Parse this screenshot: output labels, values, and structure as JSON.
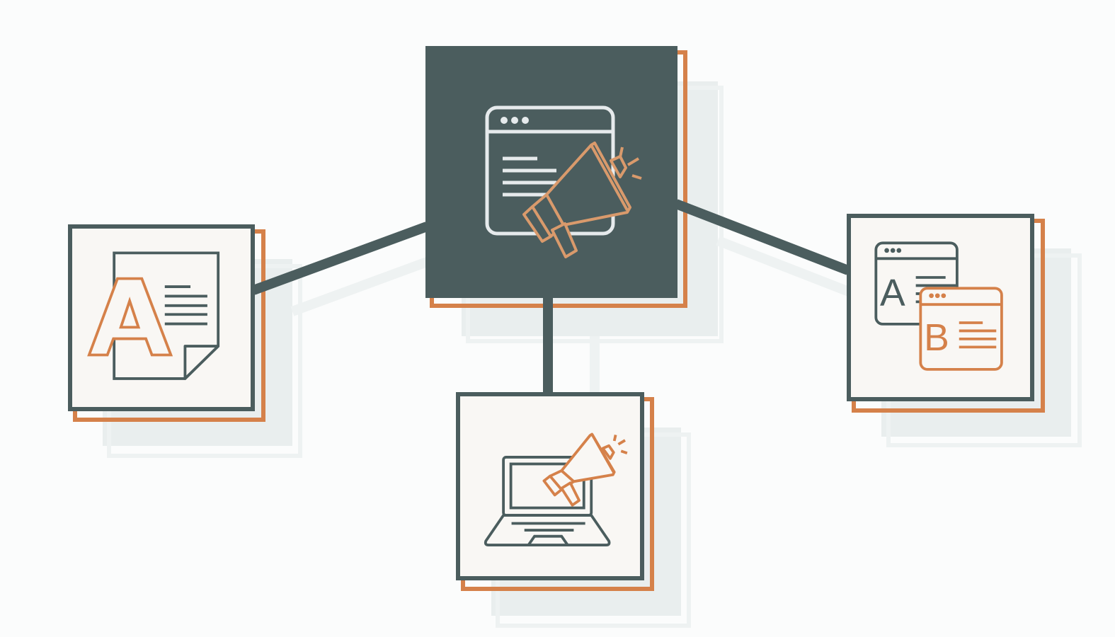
{
  "diagram": {
    "type": "hub-and-spoke",
    "colors": {
      "primary_dark": "#4b5d5e",
      "accent_orange": "#d5814a",
      "card_background": "#f9f7f4",
      "icon_light": "#e6eaec",
      "shadow": "#e9eeee",
      "page_background": "#fbfcfc"
    },
    "hub": {
      "id": "hub",
      "icon": "browser-window-megaphone-icon",
      "description": "Browser window with megaphone (web marketing / announcement)"
    },
    "nodes": [
      {
        "id": "left",
        "icon": "document-letter-a-icon",
        "description": "Document page with large letter A and text lines"
      },
      {
        "id": "bottom",
        "icon": "laptop-megaphone-icon",
        "description": "Laptop with megaphone"
      },
      {
        "id": "right",
        "icon": "ab-test-windows-icon",
        "description": "Two browser windows labeled A and B (A/B testing)"
      }
    ],
    "connectors": [
      {
        "from": "hub",
        "to": "left"
      },
      {
        "from": "hub",
        "to": "bottom"
      },
      {
        "from": "hub",
        "to": "right"
      }
    ],
    "labels": {
      "letter_a": "A",
      "letter_b": "B"
    }
  }
}
